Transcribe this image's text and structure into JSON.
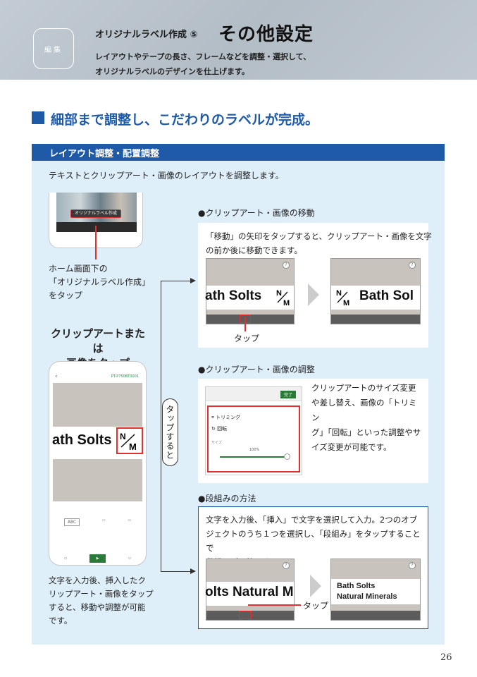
{
  "header": {
    "badge": "編集",
    "small_title": "オリジナルラベル作成 ⑤",
    "big_title": "その他設定",
    "desc_line1": "レイアウトやテープの長さ、フレームなどを調整・選択して、",
    "desc_line2": "オリジナルラベルのデザインを仕上げます。"
  },
  "section_title": "細部まで調整し、こだわりのラベルが完成。",
  "panel": {
    "bar_title": "レイアウト調整・配置調整",
    "intro": "テキストとクリップアート・画像のレイアウトを調整します。"
  },
  "left": {
    "phone_pill": "オリジナルラベル作成",
    "home_line1": "ホーム画面下の",
    "home_line2": "「オリジナルラベル作成」",
    "home_line3": "をタップ",
    "clip_title_1": "クリップアートまたは",
    "clip_title_2": "画像をタップ",
    "tap_then": "タップすると",
    "phone_model": "PT-P750BT0001",
    "label_text": "ath Solts",
    "bottom_line1": "文字を入力後、挿入したク",
    "bottom_line2": "リップアート・画像をタップ",
    "bottom_line3": "すると、移動や調整が可能",
    "bottom_line4": "です。"
  },
  "move": {
    "subtitle": "●クリップアート・画像の移動",
    "line1": "「移動」の矢印をタップすると、クリップアート・画像を文字",
    "line2": "の前か後に移動できます。",
    "before_text": "ath Solts",
    "after_text": "Bath Sol",
    "tap": "タップ"
  },
  "adjust": {
    "subtitle": "●クリップアート・画像の調整",
    "line1": "クリップアートのサイズ変更",
    "line2": "や差し替え、画像の「トリミン",
    "line3": "グ」「回転」といった調整やサ",
    "line4": "イズ変更が可能です。",
    "menu_trim": "トリミング",
    "menu_rotate": "回転",
    "menu_size": "サイズ",
    "percent": "100%",
    "done": "完了"
  },
  "column": {
    "subtitle": "●段組みの方法",
    "line1": "文字を入力後、「挿入」で文字を選択して入力。2つのオブ",
    "line2": "ジェクトのうち１つを選択し、「段組み」をタップすることで",
    "line3": "段組みが可能です。",
    "before_text": "olts Natural M",
    "after_line1": "Bath Solts",
    "after_line2": "Natural Minerals",
    "tap": "タップ"
  },
  "page_number": "26"
}
